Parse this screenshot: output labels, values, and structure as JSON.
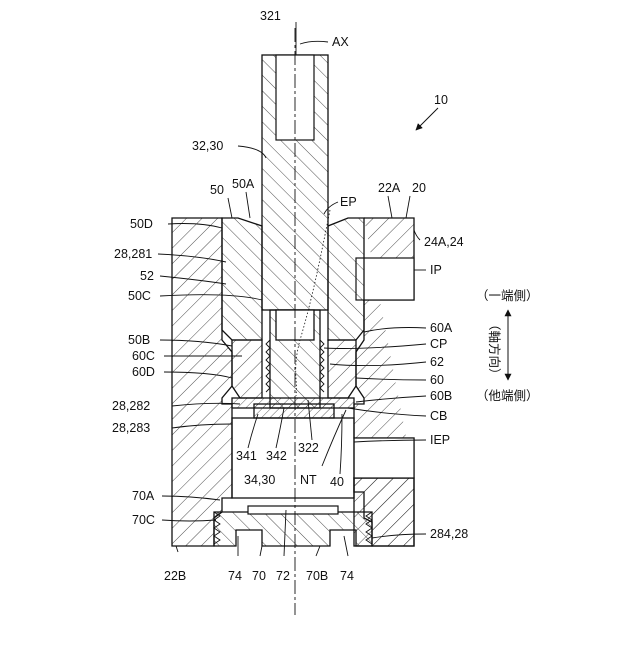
{
  "figure_ref": "10",
  "labels": {
    "l321": "321",
    "lAX": "AX",
    "l32": "32,30",
    "l50": "50",
    "l50A": "50A",
    "lEP": "EP",
    "l22A": "22A",
    "l20": "20",
    "l50D": "50D",
    "l24": "24A,24",
    "l281": "28,281",
    "lIP": "IP",
    "l52": "52",
    "l50C": "50C",
    "l60A": "60A",
    "l50B": "50B",
    "lCP": "CP",
    "l60C": "60C",
    "l62": "62",
    "l60D": "60D",
    "l60": "60",
    "l60B": "60B",
    "l282": "28,282",
    "lCB": "CB",
    "l283": "28,283",
    "lIEP": "IEP",
    "l341": "341",
    "l342": "342",
    "l322": "322",
    "l3430": "34,30",
    "lNT": "NT",
    "l40": "40",
    "l70A": "70A",
    "l70C": "70C",
    "l284": "284,28",
    "l22B": "22B",
    "l74a": "74",
    "l70": "70",
    "l72": "72",
    "l70B": "70B",
    "l74b": "74"
  },
  "direction": {
    "one_end": "（一端側）",
    "axial": "（軸方向）",
    "other_end": "（他端側）"
  }
}
